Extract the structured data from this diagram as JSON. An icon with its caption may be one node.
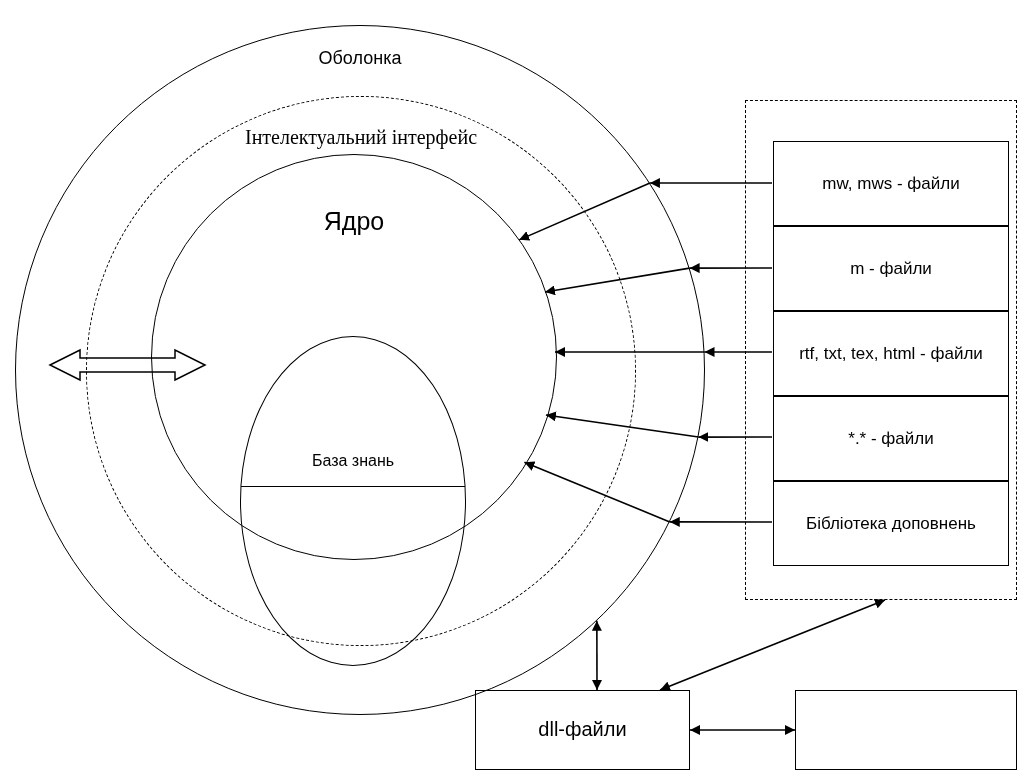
{
  "diagram": {
    "nodes": [
      {
        "text": [
          "Оболонка"
        ]
      },
      {
        "text": [
          "Інтелектуальний інтерфейс"
        ],
        "in": 0
      },
      {
        "text": [
          "Ядро"
        ],
        "in": 1
      },
      {
        "text": [
          "База знань"
        ],
        "in": 0
      },
      {
        "text": [],
        "shape": "box"
      },
      {
        "text": [
          "mw, mws - файли"
        ],
        "in": 4
      },
      {
        "text": [
          "m - файли"
        ],
        "in": 4
      },
      {
        "text": [
          "rtf, txt, tex, html - файли"
        ],
        "in": 4
      },
      {
        "text": [
          "*.* - файли"
        ],
        "in": 4
      },
      {
        "text": [
          "Бібліотека доповнень"
        ],
        "in": 4
      },
      {
        "text": [
          "dll-файли"
        ]
      },
      {
        "text": [],
        "shape": "box"
      }
    ],
    "edges": [
      {
        "from": 5,
        "to": 0,
        "arrow": "to"
      },
      {
        "from": 0,
        "to": 2,
        "arrow": "to"
      },
      {
        "from": 6,
        "to": 0,
        "arrow": "to"
      },
      {
        "from": 0,
        "to": 2,
        "arrow": "to"
      },
      {
        "from": 7,
        "to": 0,
        "arrow": "to"
      },
      {
        "from": 0,
        "to": 2,
        "arrow": "to"
      },
      {
        "from": 8,
        "to": 0,
        "arrow": "to"
      },
      {
        "from": 0,
        "to": 2,
        "arrow": "to"
      },
      {
        "from": 9,
        "to": 0,
        "arrow": "to"
      },
      {
        "from": 0,
        "to": 2,
        "arrow": "to"
      },
      {
        "from": 0,
        "to": 10,
        "arrow": "both"
      },
      {
        "from": 4,
        "to": 10,
        "arrow": "both"
      },
      {
        "from": 10,
        "to": 11,
        "arrow": "both"
      }
    ]
  }
}
